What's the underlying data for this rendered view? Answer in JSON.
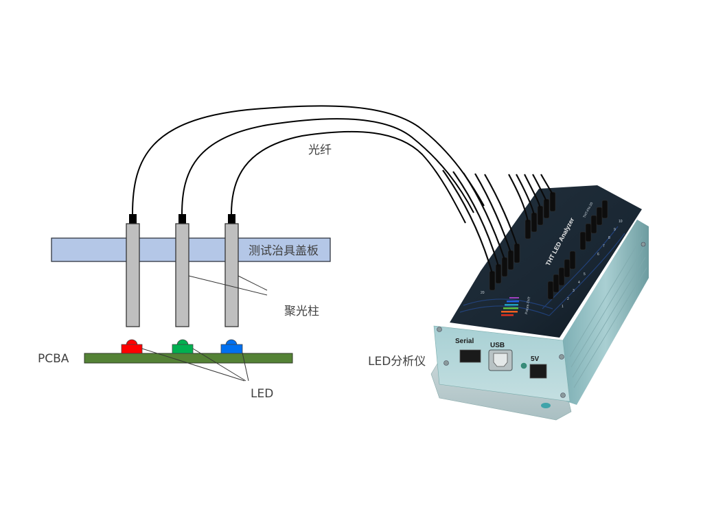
{
  "diagram": {
    "labels": {
      "fiber": "光纤",
      "cover_plate": "测试治具盖板",
      "light_pipe": "聚光柱",
      "pcba": "PCBA",
      "led": "LED",
      "analyzer": "LED分析仪"
    },
    "led_colors": {
      "red": "#ff0000",
      "green": "#00b050",
      "blue": "#0070f0"
    },
    "colors": {
      "cover_plate_fill": "#b4c7e7",
      "pcba_fill": "#548235",
      "light_pipe_fill": "#bfbfbf",
      "fiber": "#000000",
      "device_body": "#9fc6c9",
      "device_top": "#1c2630"
    },
    "device": {
      "title": "THT LED Analyzer",
      "model": "THT-FN-20",
      "brand": "Future-THT",
      "ports": {
        "serial": "Serial",
        "usb": "USB",
        "power": "5V"
      },
      "channel_numbers": [
        "1",
        "2",
        "3",
        "4",
        "5",
        "6",
        "7",
        "8",
        "9",
        "10"
      ],
      "channel_end": "20"
    }
  }
}
